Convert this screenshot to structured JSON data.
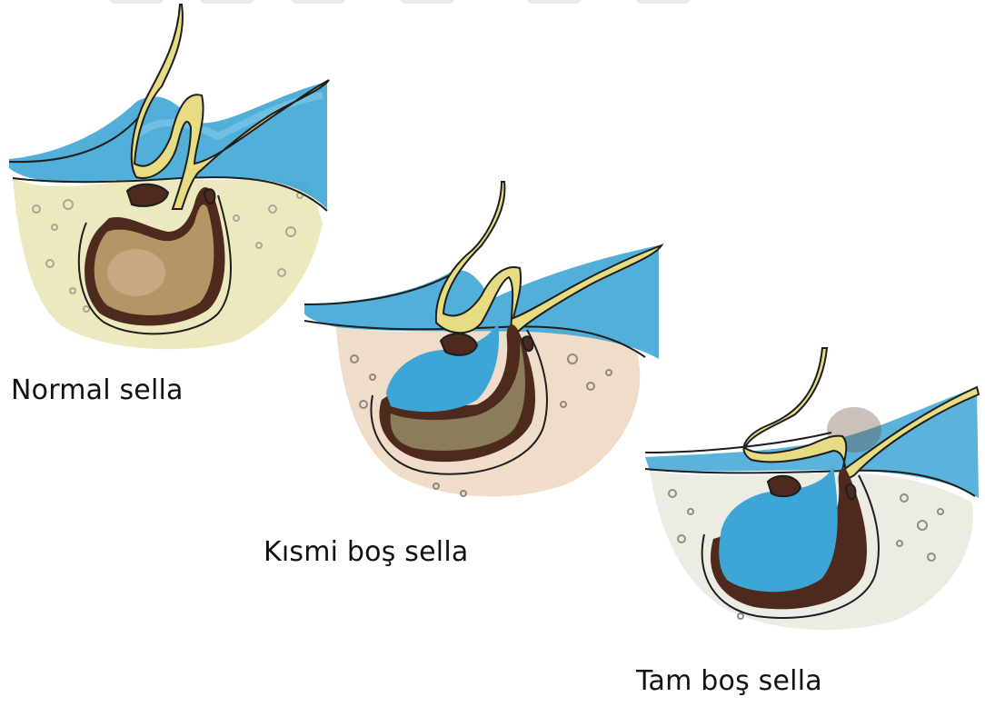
{
  "captions": {
    "normal": "Normal sella",
    "partial": "Kısmi boş sella",
    "total": "Tam boş sella"
  },
  "colors": {
    "bone": "#ece9bf",
    "bone_dots": "#a9a796",
    "csf": "#3ea6d6",
    "csf_light": "#7cc6e6",
    "stalk": "#e7dc82",
    "pituitary": "#b59466",
    "dura": "#4e2a1e",
    "outline": "#1e1e1e"
  }
}
